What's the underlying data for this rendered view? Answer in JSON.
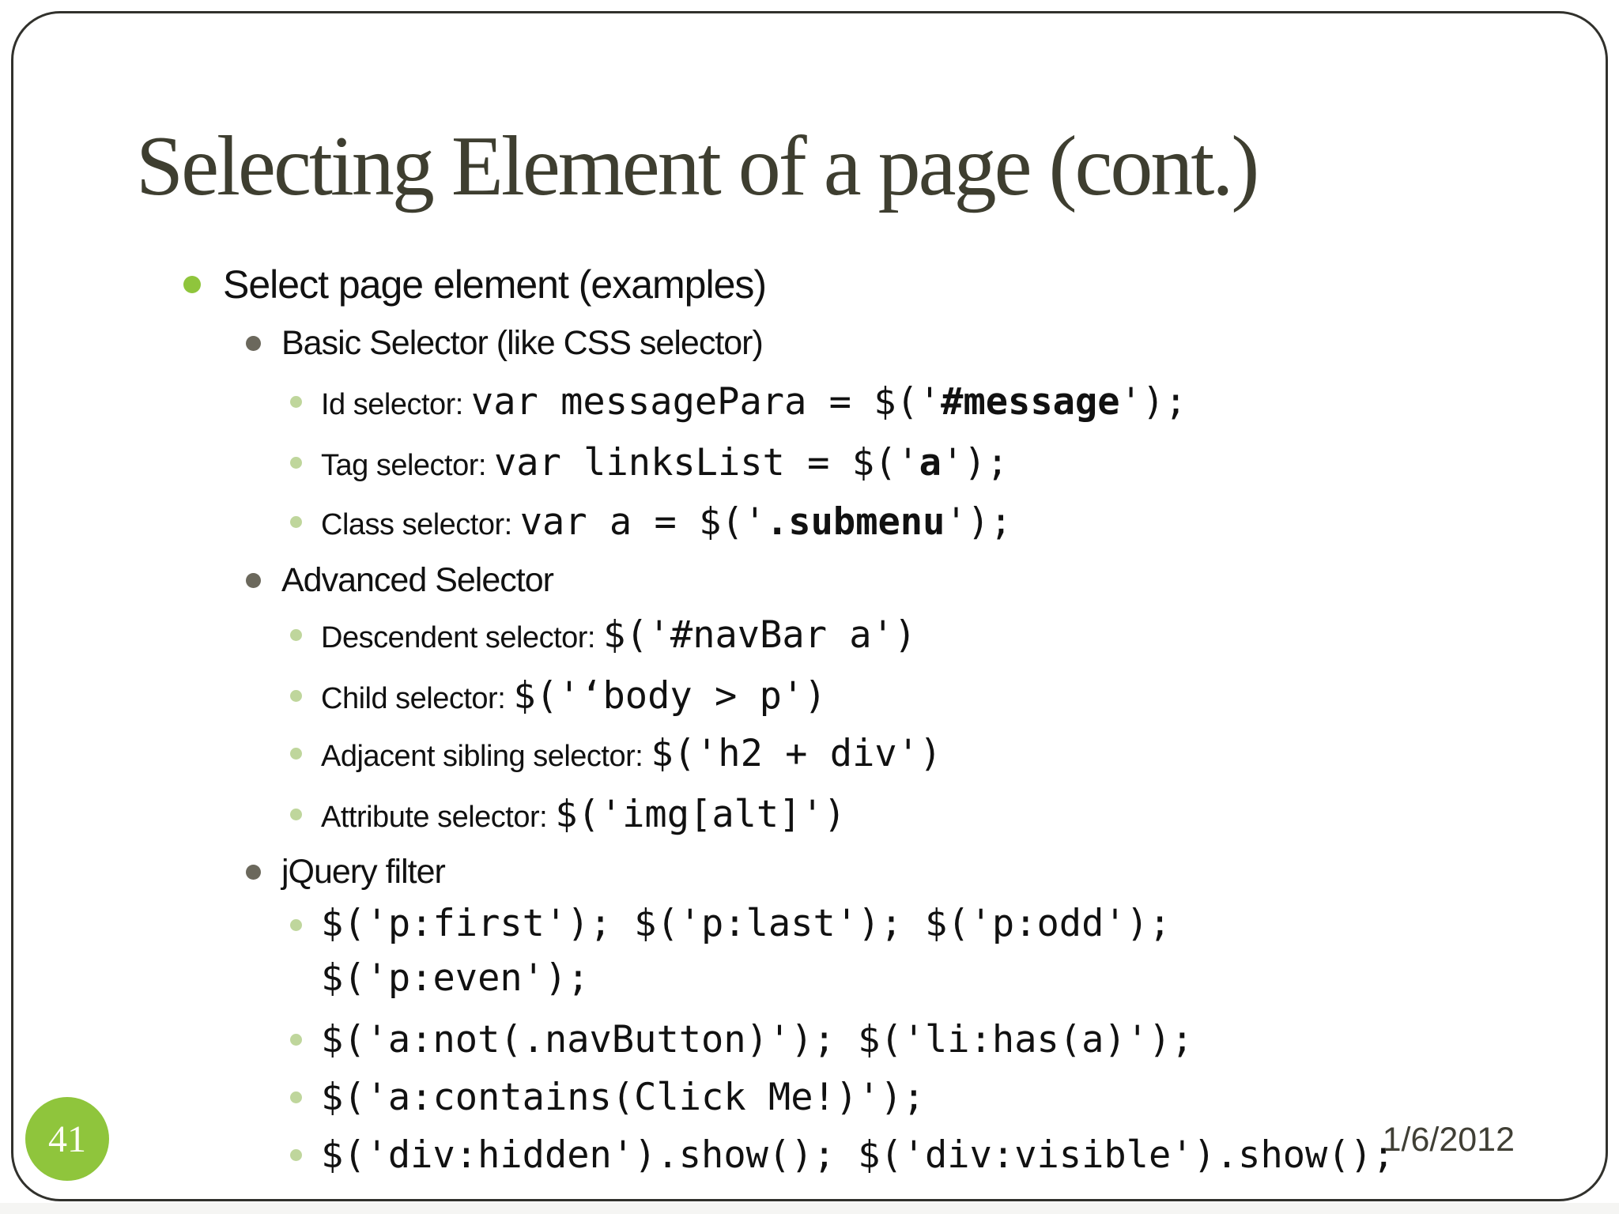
{
  "slide": {
    "title": "Selecting Element of a page (cont.)",
    "footer": {
      "page_number": "41",
      "date": "1/6/2012"
    },
    "outline": {
      "heading": "Select page element (examples)",
      "basic": {
        "label": "Basic Selector (like CSS selector)",
        "items": [
          {
            "label": "Id selector: ",
            "code_pre": "var messagePara = $('",
            "code_bold": "#message",
            "code_post": "');"
          },
          {
            "label": "Tag selector: ",
            "code_pre": "var linksList = $('",
            "code_bold": "a",
            "code_post": "');"
          },
          {
            "label": "Class selector: ",
            "code_pre": "var a = $('",
            "code_bold": ".submenu",
            "code_post": "');"
          }
        ]
      },
      "advanced": {
        "label": "Advanced Selector",
        "items": [
          {
            "label": "Descendent selector: ",
            "code": "$('#navBar a')"
          },
          {
            "label": "Child selector: ",
            "code": "$('‘body > p')"
          },
          {
            "label": "Adjacent sibling selector: ",
            "code": "$('h2 + div')"
          },
          {
            "label": "Attribute selector: ",
            "code": "$('img[alt]')"
          }
        ]
      },
      "filter": {
        "label": "jQuery filter",
        "items": [
          {
            "code": "$('p:first'); $('p:last'); $('p:odd'); $('p:even');"
          },
          {
            "code": "$('a:not(.navButton)'); $('li:has(a)');"
          },
          {
            "code": "$('a:contains(Click Me!)');"
          },
          {
            "code": "$('div:hidden').show(); $('div:visible').show();"
          }
        ]
      }
    },
    "colors": {
      "accent_green": "#8FC53C",
      "bullet_l2": "#6B685C",
      "bullet_l3": "#BFD69C",
      "title_color": "#3E3E30",
      "border_color": "#31312C"
    }
  }
}
